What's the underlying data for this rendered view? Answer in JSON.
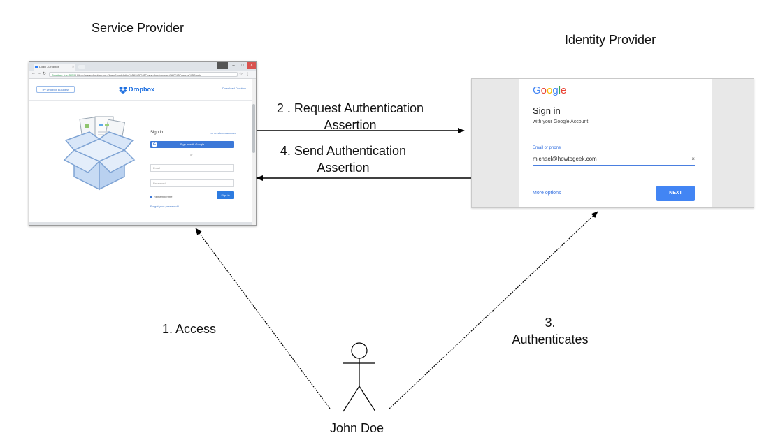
{
  "labels": {
    "service_provider": "Service Provider",
    "identity_provider": "Identity Provider",
    "step2_line1": "2 . Request Authentication",
    "step2_line2": "Assertion",
    "step4_line1": "4.  Send Authentication",
    "step4_line2": "Assertion",
    "step1": "1. Access",
    "step3_line1": "3.",
    "step3_line2": "Authenticates",
    "actor": "John Doe"
  },
  "dropbox_page": {
    "tab_title": "Login - Dropbox",
    "url_secure": "Dropbox, Inc. [US]",
    "url": "https://www.dropbox.com/login?cont=https%3A%2F%2Fwww.dropbox.com%2F%3Fsource%3Dlogin",
    "business_button": "Try Dropbox Business",
    "logo_text": "Dropbox",
    "download_link": "Download Dropbox",
    "sign_in_title": "Sign in",
    "create_account_link": "or create an account",
    "google_button": "Sign in with Google",
    "or_text": "or",
    "email_placeholder": "Email",
    "password_placeholder": "Password",
    "remember_me": "Remember me",
    "sign_in_button": "Sign in",
    "forgot_password": "Forgot your password?"
  },
  "google_page": {
    "logo": "Google",
    "title": "Sign in",
    "subtitle": "with your Google Account",
    "field_label": "Email or phone",
    "field_value": "michael@howtogeek.com",
    "clear_icon": "×",
    "more_options": "More options",
    "next_button": "NEXT"
  },
  "colors": {
    "dropbox_blue": "#1d6fe0",
    "google_blue": "#4285f4",
    "google_letters": [
      "#4285f4",
      "#ea4335",
      "#fbbc05",
      "#4285f4",
      "#34a853",
      "#ea4335"
    ]
  }
}
